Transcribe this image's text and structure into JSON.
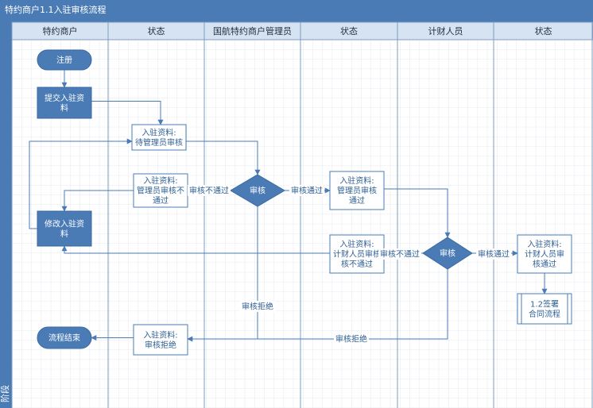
{
  "title": "特约商户1.1入驻审核流程",
  "lanes": [
    "特约商户",
    "状态",
    "国航特约商户管理员",
    "状态",
    "计财人员",
    "状态"
  ],
  "phase_label": "阶段",
  "colors": {
    "header": "#4a7bb5",
    "lane_header": "#d6e3f2",
    "node_fill": "#4a7bb5",
    "node_text": "#ffffff",
    "note_stroke": "#4a7bb5",
    "note_text": "#2f5f93",
    "edge": "#4a7bb5",
    "grid": "#dde3ea",
    "lane_border": "#7e9cbf"
  },
  "nodes": {
    "register": {
      "label": "注册"
    },
    "submit": {
      "label": [
        "提交入驻资",
        "料"
      ]
    },
    "pending_admin": {
      "label": [
        "入驻资料:",
        "待管理员审核"
      ]
    },
    "admin_rejected": {
      "label": [
        "入驻资料:",
        "管理员审核不",
        "通过"
      ]
    },
    "admin_review": {
      "label": "审核"
    },
    "admin_passed": {
      "label": [
        "入驻资料:",
        "管理员审核",
        "通过"
      ]
    },
    "modify": {
      "label": [
        "修改入驻资",
        "料"
      ]
    },
    "finance_rejected": {
      "label": [
        "入驻资料:",
        "计财人员审核",
        "核不通过"
      ]
    },
    "finance_review": {
      "label": "审核"
    },
    "finance_passed": {
      "label": [
        "入驻资料:",
        "计财人员审",
        "核通过"
      ]
    },
    "contract": {
      "label": [
        "1.2签署",
        "合同流程"
      ]
    },
    "refused": {
      "label": [
        "入驻资料:",
        "审核拒绝"
      ]
    },
    "end": {
      "label": "流程结束"
    }
  },
  "edge_labels": {
    "admin_fail": "审核不通过",
    "admin_pass": "审核通过",
    "finance_fail": "审核不通过",
    "finance_pass": "审核通过",
    "admin_refuse": "审核拒绝",
    "finance_refuse": "审核拒绝"
  }
}
